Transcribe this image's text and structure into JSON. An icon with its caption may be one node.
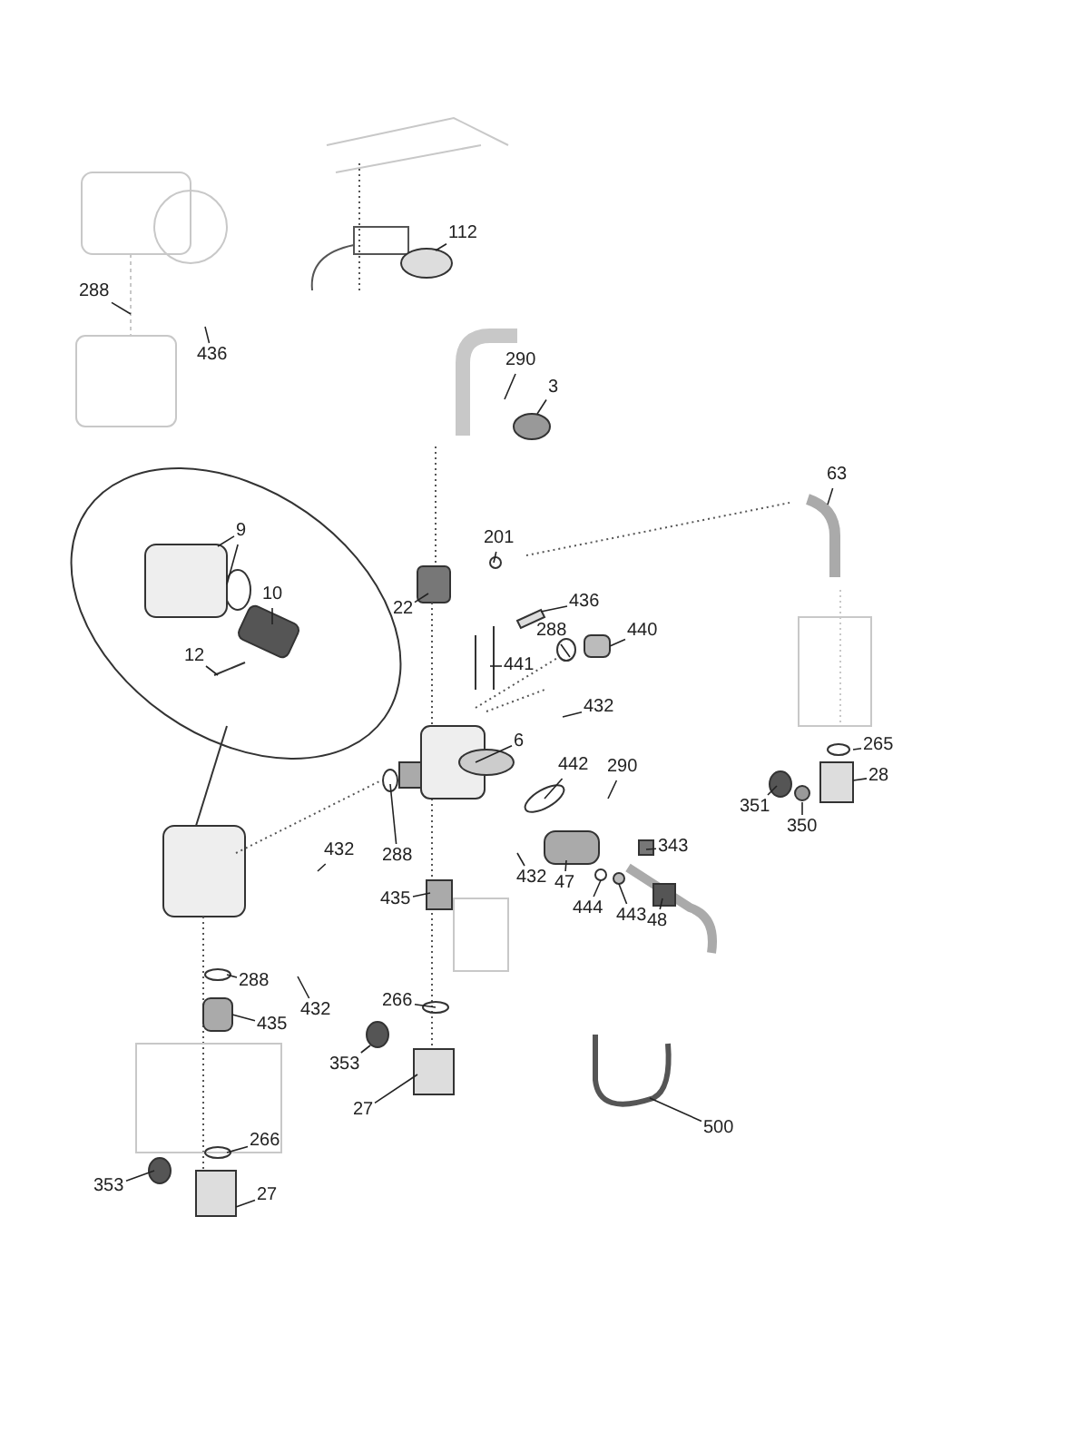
{
  "diagram": {
    "nodes": [
      {
        "text": [
          "112"
        ]
      },
      {
        "text": [
          "288"
        ]
      },
      {
        "text": [
          "436"
        ]
      },
      {
        "text": [
          "290"
        ]
      },
      {
        "text": [
          "3"
        ]
      },
      {
        "text": [
          "9"
        ]
      },
      {
        "text": [
          "10"
        ]
      },
      {
        "text": [
          "12"
        ]
      },
      {
        "text": [
          "63"
        ]
      },
      {
        "text": [
          "201"
        ]
      },
      {
        "text": [
          "22"
        ]
      },
      {
        "text": [
          "436"
        ]
      },
      {
        "text": [
          "288"
        ]
      },
      {
        "text": [
          "440"
        ]
      },
      {
        "text": [
          "441"
        ]
      },
      {
        "text": [
          "432"
        ]
      },
      {
        "text": [
          "6"
        ]
      },
      {
        "text": [
          "442"
        ]
      },
      {
        "text": [
          "290"
        ]
      },
      {
        "text": [
          "265"
        ]
      },
      {
        "text": [
          "28"
        ]
      },
      {
        "text": [
          "351"
        ]
      },
      {
        "text": [
          "350"
        ]
      },
      {
        "text": [
          "288"
        ]
      },
      {
        "text": [
          "432"
        ]
      },
      {
        "text": [
          "432"
        ]
      },
      {
        "text": [
          "47"
        ]
      },
      {
        "text": [
          "343"
        ]
      },
      {
        "text": [
          "444"
        ]
      },
      {
        "text": [
          "443"
        ]
      },
      {
        "text": [
          "48"
        ]
      },
      {
        "text": [
          "435"
        ]
      },
      {
        "text": [
          "288"
        ]
      },
      {
        "text": [
          "432"
        ]
      },
      {
        "text": [
          "435"
        ]
      },
      {
        "text": [
          "266"
        ]
      },
      {
        "text": [
          "353"
        ]
      },
      {
        "text": [
          "27"
        ]
      },
      {
        "text": [
          "500"
        ]
      },
      {
        "text": [
          "266"
        ]
      },
      {
        "text": [
          "353"
        ]
      },
      {
        "text": [
          "27"
        ]
      },
      {
        "text": [],
        "shape": "box"
      },
      {
        "text": [],
        "shape": "picture"
      },
      {
        "text": [],
        "shape": "box"
      },
      {
        "text": [],
        "shape": "circle"
      },
      {
        "text": [],
        "shape": "circle"
      },
      {
        "text": [],
        "shape": "box"
      },
      {
        "text": [],
        "shape": "circle"
      }
    ],
    "edges": [
      {
        "from": 0,
        "to": null,
        "arrow": "none"
      },
      {
        "from": 1,
        "to": null,
        "arrow": "none"
      },
      {
        "from": 2,
        "to": null,
        "arrow": "none"
      },
      {
        "from": 3,
        "to": null,
        "arrow": "none"
      },
      {
        "from": 4,
        "to": null,
        "arrow": "none"
      },
      {
        "from": 5,
        "to": 42,
        "arrow": "none"
      },
      {
        "from": 5,
        "to": 42,
        "arrow": "none"
      },
      {
        "from": 6,
        "to": null,
        "arrow": "none"
      },
      {
        "from": 7,
        "to": null,
        "arrow": "none"
      },
      {
        "from": 8,
        "to": null,
        "arrow": "none"
      },
      {
        "from": 9,
        "to": null,
        "arrow": "none"
      },
      {
        "from": 10,
        "to": null,
        "arrow": "none"
      },
      {
        "from": 11,
        "to": 43,
        "arrow": "none"
      },
      {
        "from": 12,
        "to": null,
        "arrow": "none"
      },
      {
        "from": 13,
        "to": 44,
        "arrow": "none"
      },
      {
        "from": 14,
        "to": null,
        "arrow": "none"
      },
      {
        "from": 15,
        "to": null,
        "arrow": "none"
      },
      {
        "from": 16,
        "to": null,
        "arrow": "none"
      },
      {
        "from": 17,
        "to": null,
        "arrow": "none"
      },
      {
        "from": 18,
        "to": null,
        "arrow": "none"
      },
      {
        "from": 19,
        "to": null,
        "arrow": "none"
      },
      {
        "from": 20,
        "to": null,
        "arrow": "none"
      },
      {
        "from": 21,
        "to": null,
        "arrow": "none"
      },
      {
        "from": 22,
        "to": null,
        "arrow": "none"
      },
      {
        "from": 23,
        "to": null,
        "arrow": "none"
      },
      {
        "from": 24,
        "to": null,
        "arrow": "none"
      },
      {
        "from": 25,
        "to": null,
        "arrow": "none"
      },
      {
        "from": 26,
        "to": null,
        "arrow": "none"
      },
      {
        "from": 27,
        "to": null,
        "arrow": "none"
      },
      {
        "from": 28,
        "to": 45,
        "arrow": "none"
      },
      {
        "from": 29,
        "to": 46,
        "arrow": "none"
      },
      {
        "from": 30,
        "to": null,
        "arrow": "none"
      },
      {
        "from": 31,
        "to": null,
        "arrow": "none"
      },
      {
        "from": 32,
        "to": null,
        "arrow": "none"
      },
      {
        "from": 33,
        "to": null,
        "arrow": "none"
      },
      {
        "from": 34,
        "to": 47,
        "arrow": "none"
      },
      {
        "from": 35,
        "to": null,
        "arrow": "none"
      },
      {
        "from": 36,
        "to": 48,
        "arrow": "none"
      },
      {
        "from": 37,
        "to": null,
        "arrow": "none"
      },
      {
        "from": 38,
        "to": null,
        "arrow": "none"
      },
      {
        "from": 39,
        "to": null,
        "arrow": "none"
      },
      {
        "from": 40,
        "to": null,
        "arrow": "none"
      },
      {
        "from": 41,
        "to": null,
        "arrow": "none"
      }
    ]
  }
}
